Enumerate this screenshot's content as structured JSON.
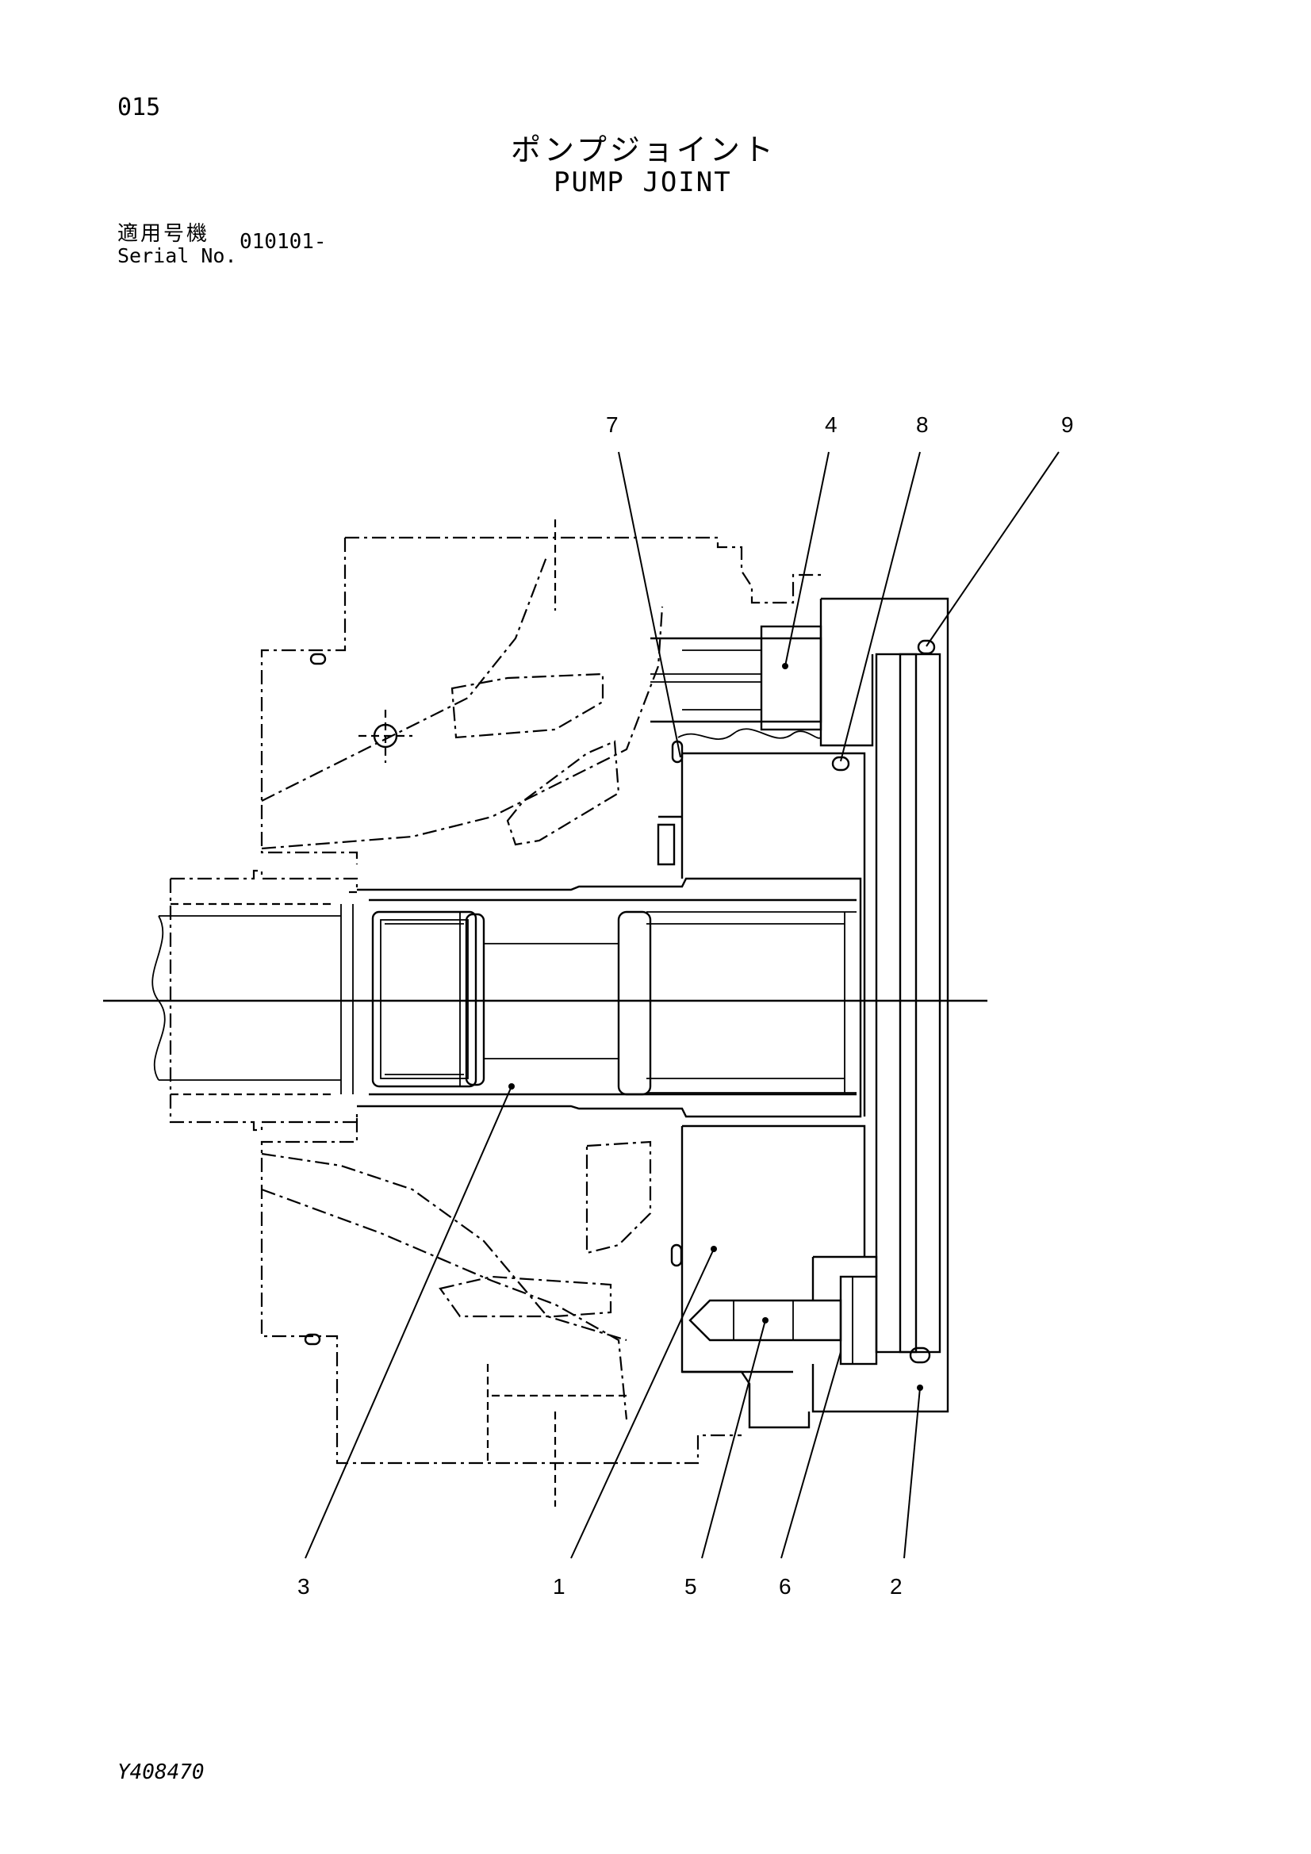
{
  "header": {
    "page_number": "015",
    "title_ja": "ポンプジョイント",
    "title_en": "PUMP JOINT",
    "serial_label_ja": "適用号機",
    "serial_label_en": "Serial No.",
    "serial_value": "010101-"
  },
  "callouts": {
    "c7": "7",
    "c4": "4",
    "c8": "8",
    "c9": "9",
    "c3": "3",
    "c1": "1",
    "c5": "5",
    "c6": "6",
    "c2": "2"
  },
  "footer": {
    "drawing_number": "Y408470"
  }
}
